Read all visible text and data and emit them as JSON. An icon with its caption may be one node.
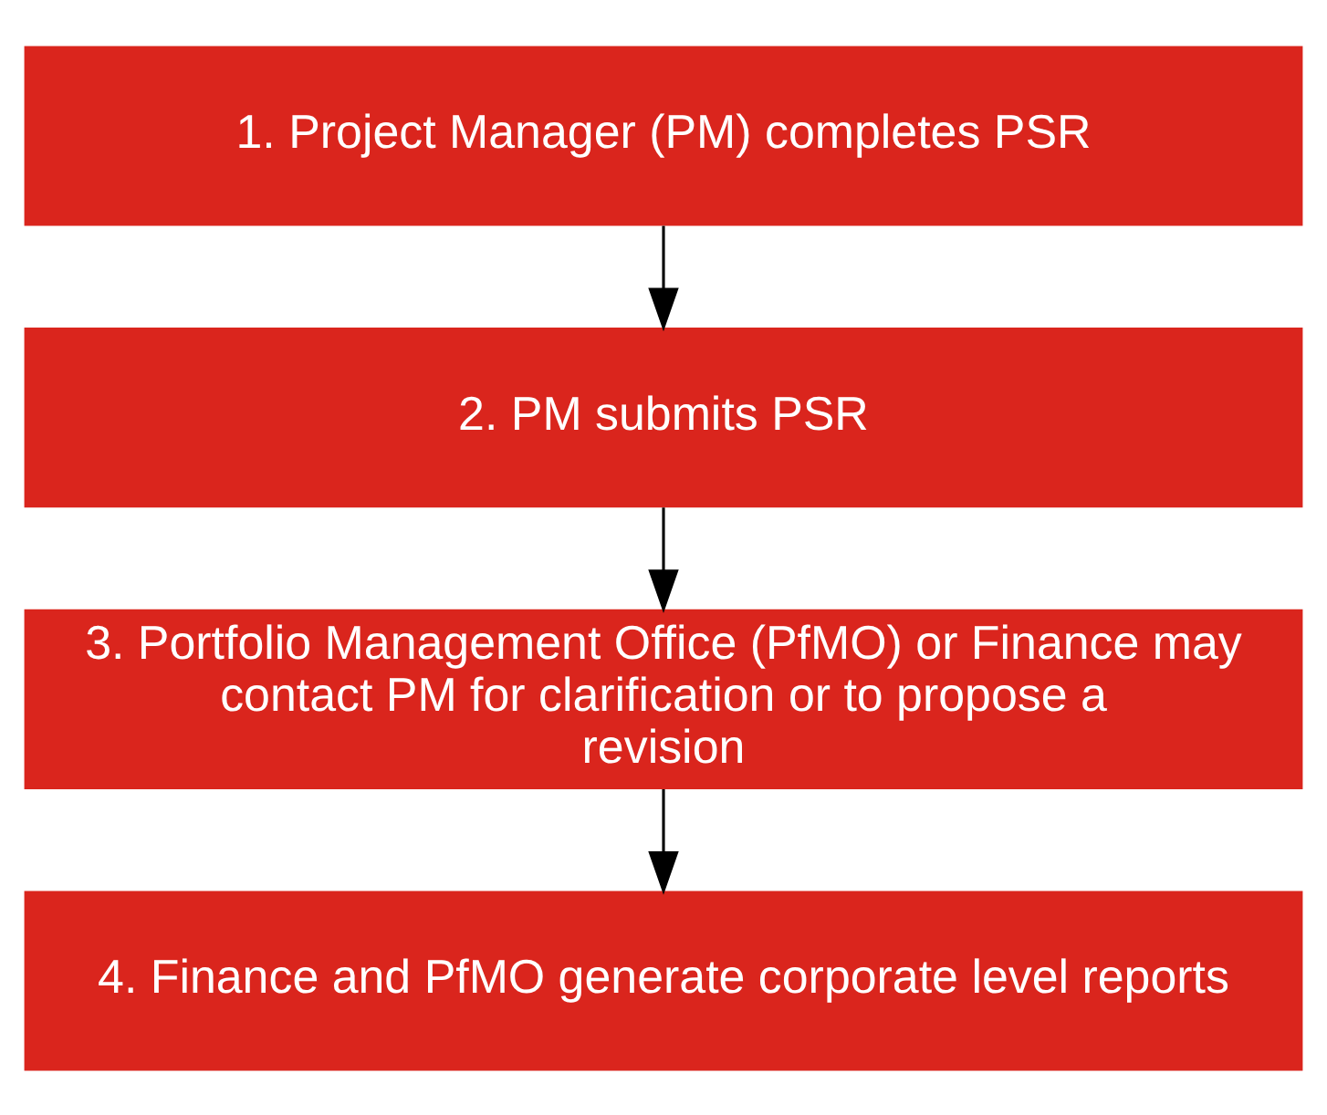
{
  "diagram": {
    "nodes": [
      {
        "text": [
          "1. Project Manager (PM) completes PSR"
        ]
      },
      {
        "text": [
          "2. PM submits PSR"
        ]
      },
      {
        "text": [
          "3. Portfolio Management Office (PfMO) or Finance may contact PM for clarification or to propose a revision"
        ]
      },
      {
        "text": [
          "4. Finance and PfMO generate corporate level reports"
        ]
      }
    ],
    "edges": [
      {
        "from": 0,
        "to": 1,
        "arrow": "to"
      },
      {
        "from": 1,
        "to": 2,
        "arrow": "to"
      },
      {
        "from": 2,
        "to": 3,
        "arrow": "to"
      }
    ]
  }
}
